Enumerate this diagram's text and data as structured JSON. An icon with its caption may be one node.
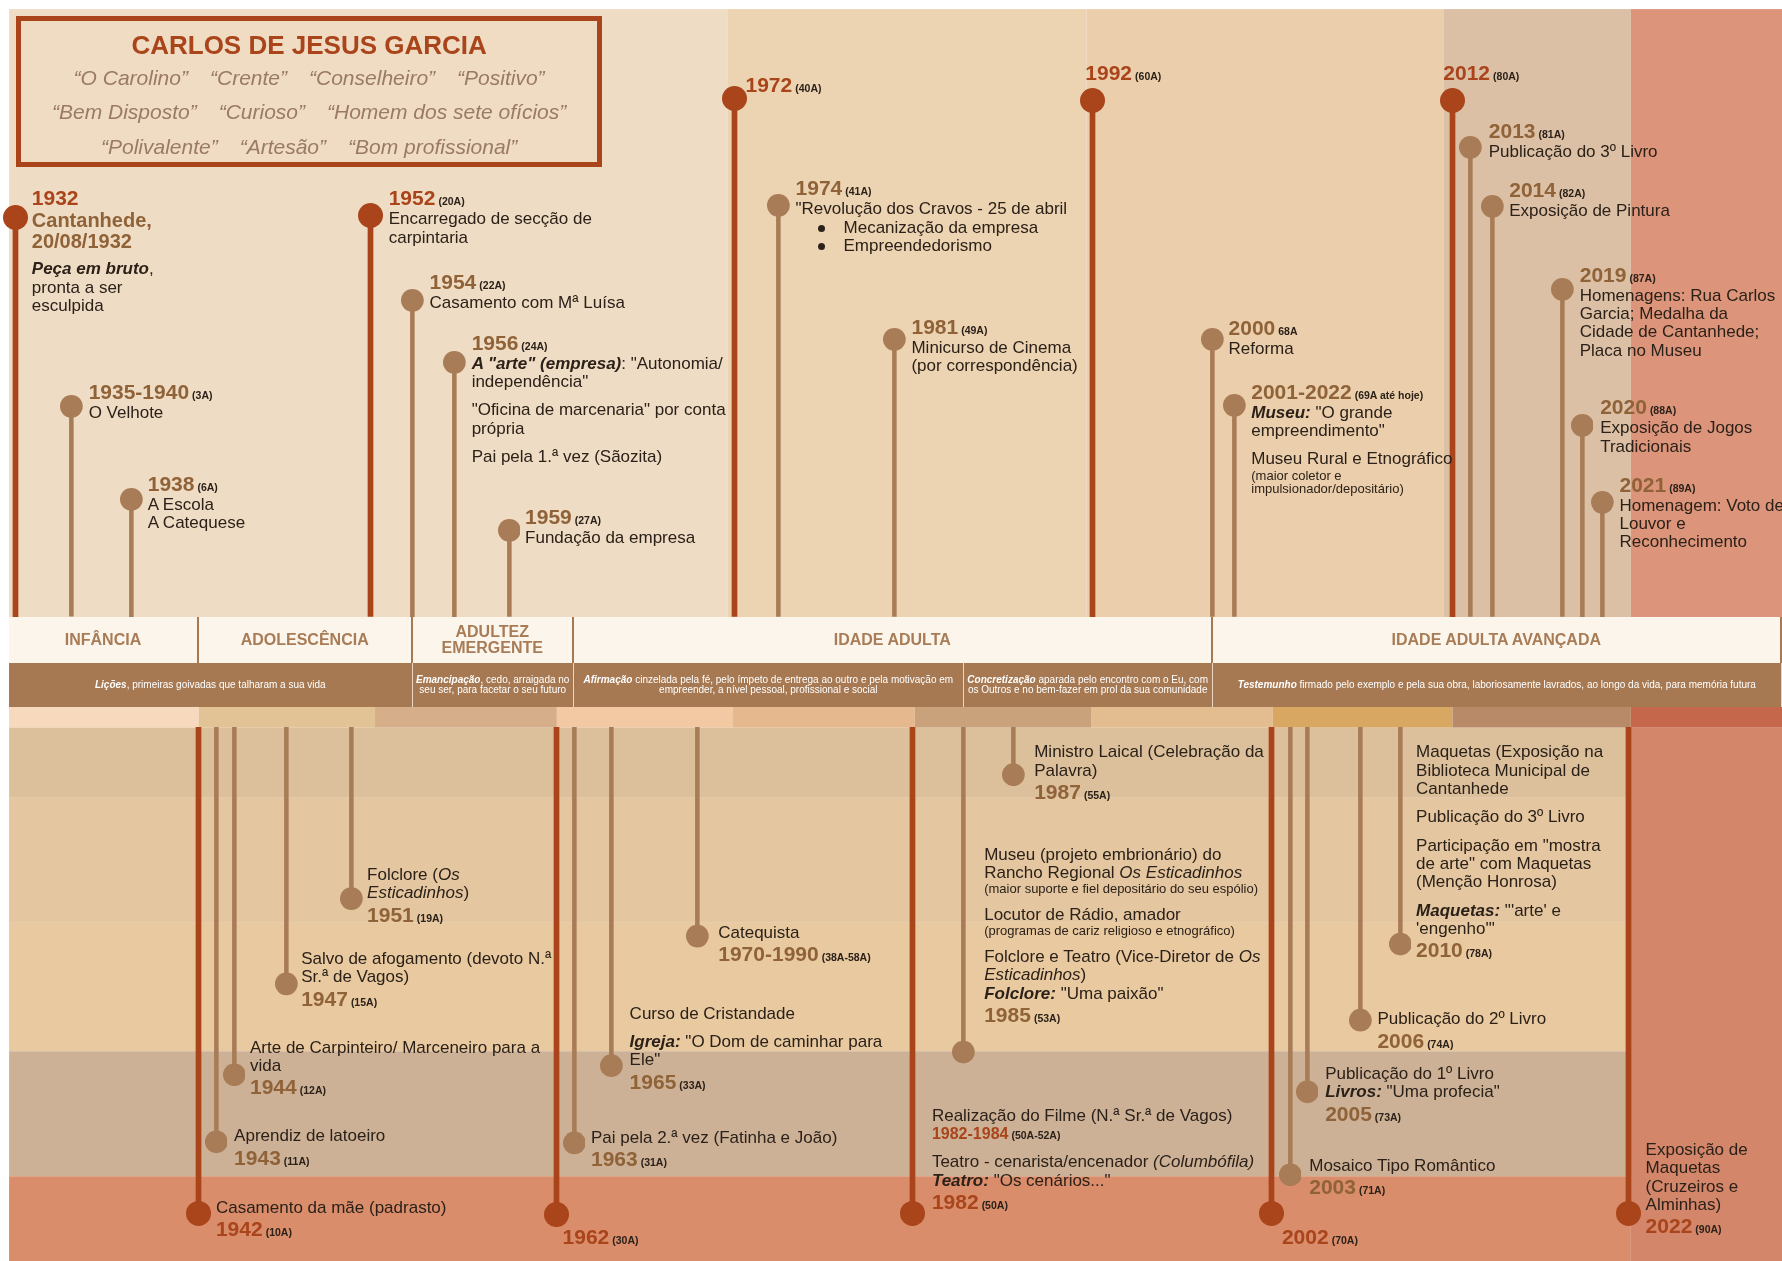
{
  "diagram": {
    "nodes": [
      {
        "text": [
          "CARLOS DE JESUS GARCIA",
          "“O Carolino”",
          "“Crente”",
          "“Conselheiro”",
          "“Positivo”",
          "“Bem Disposto”",
          "“Curioso”",
          "“Homem dos sete ofícios”",
          "“Polivalente”",
          "“Artesão”",
          "“Bom profissional”"
        ]
      },
      {
        "text": [],
        "shape": "circle",
        "beside": [
          "1932",
          "Cantanhede, 20/08/1932",
          "**Peça em bruto**, pronta a ser esculpida"
        ]
      },
      {
        "text": [],
        "shape": "circle",
        "beside": [
          "1935-1940",
          "(3A)",
          "O Velhote"
        ]
      },
      {
        "text": [],
        "shape": "circle",
        "beside": [
          "1938",
          "(6A)",
          "A Escola",
          "A Catequese"
        ]
      },
      {
        "text": [],
        "shape": "circle",
        "beside": [
          "1952",
          "(20A)",
          "Encarregado de secção de carpintaria"
        ]
      },
      {
        "text": [],
        "shape": "circle",
        "beside": [
          "1954",
          "(22A)",
          "Casamento com Mª Luísa"
        ]
      },
      {
        "text": [],
        "shape": "circle",
        "beside": [
          "1956",
          "(24A)",
          "**A \"arte\" (empresa)**: \"Autonomia/ independência\"",
          "\"Oficina de marcenaria\" por conta própria",
          "Pai pela 1.ª vez (Sãozita)"
        ]
      },
      {
        "text": [],
        "shape": "circle",
        "beside": [
          "1959",
          "(27A)",
          "Fundação da empresa"
        ]
      },
      {
        "text": [],
        "shape": "circle",
        "beside": [
          "1972",
          "(40A)"
        ]
      },
      {
        "text": [],
        "shape": "circle",
        "beside": [
          "1974",
          "(41A)",
          "\"Revolução dos Cravos - 25 de abril",
          "Mecanização da empresa",
          "Empreendedorismo"
        ]
      },
      {
        "text": [],
        "shape": "circle",
        "beside": [
          "1981",
          "(49A)",
          "Minicurso de Cinema (por correspondência)"
        ]
      },
      {
        "text": [],
        "shape": "circle",
        "beside": [
          "1992",
          "(60A)"
        ]
      },
      {
        "text": [],
        "shape": "circle",
        "beside": [
          "2000",
          "68A",
          "Reforma"
        ]
      },
      {
        "text": [],
        "shape": "circle",
        "beside": [
          "2001-2022",
          "(69A até hoje)",
          "**Museu:** \"O grande empreendimento\"",
          "Museu Rural e Etnográfico",
          "(maior coletor e impulsionador/depositário)"
        ]
      },
      {
        "text": [],
        "shape": "circle",
        "beside": [
          "2012",
          "(80A)"
        ]
      },
      {
        "text": [],
        "shape": "circle",
        "beside": [
          "2013",
          "(81A)",
          "Publicação do 3º Livro"
        ]
      },
      {
        "text": [],
        "shape": "circle",
        "beside": [
          "2014",
          "(82A)",
          "Exposição de Pintura"
        ]
      },
      {
        "text": [],
        "shape": "circle",
        "beside": [
          "2019",
          "(87A)",
          "Homenagens: Rua Carlos Garcia; Medalha da Cidade de Cantanhede; Placa no Museu"
        ]
      },
      {
        "text": [],
        "shape": "circle",
        "beside": [
          "2020",
          "(88A)",
          "Exposição de Jogos Tradicionais"
        ]
      },
      {
        "text": [],
        "shape": "circle",
        "beside": [
          "2021",
          "(89A)",
          "Homenagem: Voto de Louvor e Reconhecimento"
        ]
      },
      {
        "text": [
          "INFÂNCIA"
        ]
      },
      {
        "text": [
          "ADOLESCÊNCIA"
        ]
      },
      {
        "text": [
          "ADULTEZ EMERGENTE"
        ]
      },
      {
        "text": [
          "IDADE ADULTA"
        ]
      },
      {
        "text": [
          "IDADE ADULTA AVANÇADA"
        ]
      },
      {
        "text": [
          "**Lições**, primeiras goivadas que talharam a sua vida"
        ]
      },
      {
        "text": [
          "**Emancipação**, cedo, arraigada no seu ser, para facetar o seu futuro"
        ]
      },
      {
        "text": [
          "**Afirmação** cinzelada pela fé, pelo ímpeto de entrega ao outro e pela motivação em empreender, a nível pessoal, profissional e social"
        ]
      },
      {
        "text": [
          "**Concretização** aparada pelo encontro com o Eu, com os Outros e no bem-fazer em prol da sua comunidade"
        ]
      },
      {
        "text": [
          "**Testemunho** firmado pelo exemplo e pela sua obra, laboriosamente lavrados, ao longo da vida, para memória futura"
        ]
      },
      {
        "text": [],
        "shape": "circle",
        "beside": [
          "Casamento da mãe (padrasto)",
          "1942",
          "(10A)"
        ]
      },
      {
        "text": [],
        "shape": "circle",
        "beside": [
          "Aprendiz de latoeiro",
          "1943",
          "(11A)"
        ]
      },
      {
        "text": [],
        "shape": "circle",
        "beside": [
          "Arte de Carpinteiro/ Marceneiro para a vida",
          "1944",
          "(12A)"
        ]
      },
      {
        "text": [],
        "shape": "circle",
        "beside": [
          "Salvo de afogamento (devoto N.ª Sr.ª de Vagos)",
          "1947",
          "(15A)"
        ]
      },
      {
        "text": [],
        "shape": "circle",
        "beside": [
          "Folclore (*Os Esticadinhos*)",
          "1951",
          "(19A)"
        ]
      },
      {
        "text": [],
        "shape": "circle",
        "beside": [
          "1962",
          "(30A)"
        ]
      },
      {
        "text": [],
        "shape": "circle",
        "beside": [
          "Pai pela 2.ª vez (Fatinha e João)",
          "1963",
          "(31A)"
        ]
      },
      {
        "text": [],
        "shape": "circle",
        "beside": [
          "Curso de Cristandade",
          "**Igreja:** \"O Dom de caminhar para Ele\"",
          "1965",
          "(33A)"
        ]
      },
      {
        "text": [],
        "shape": "circle",
        "beside": [
          "Catequista",
          "1970-1990",
          "(38A-58A)"
        ]
      },
      {
        "text": [],
        "shape": "circle",
        "beside": [
          "Realização do Filme (N.ª Sr.ª de Vagos)",
          "1982-1984",
          "(50A-52A)",
          "Teatro - cenarista/encenador *(Columbófila)*",
          "**Teatro:** \"Os cenários...\"",
          "1982",
          "(50A)"
        ]
      },
      {
        "text": [],
        "shape": "circle",
        "beside": [
          "Museu (projeto embrionário) do Rancho Regional *Os Esticadinhos*",
          "(maior suporte e fiel depositário do seu espólio)",
          "Locutor de Rádio, amador",
          "(programas de cariz religioso e etnográfico)",
          "Folclore e Teatro (Vice-Diretor de *Os Esticadinhos*)",
          "**Folclore:** \"Uma paixão\"",
          "1985",
          "(53A)"
        ]
      },
      {
        "text": [],
        "shape": "circle",
        "beside": [
          "Ministro Laical (Celebração da Palavra)",
          "1987",
          "(55A)"
        ]
      },
      {
        "text": [],
        "shape": "circle",
        "beside": [
          "2002",
          "(70A)"
        ]
      },
      {
        "text": [],
        "shape": "circle",
        "beside": [
          "Mosaico Tipo Romântico",
          "2003",
          "(71A)"
        ]
      },
      {
        "text": [],
        "shape": "circle",
        "beside": [
          "Publicação do 1º Livro",
          "**Livros:** \"Uma profecia\"",
          "2005",
          "(73A)"
        ]
      },
      {
        "text": [],
        "shape": "circle",
        "beside": [
          "Publicação do 2º Livro",
          "2006",
          "(74A)"
        ]
      },
      {
        "text": [],
        "shape": "circle",
        "beside": [
          "Maquetas (Exposição na Biblioteca Municipal de Cantanhede",
          "Publicação do 3º Livro",
          "Participação em \"mostra de arte\" com Maquetas (Menção Honrosa)",
          "**Maquetas:** \"'arte' e 'engenho'\"",
          "2010",
          "(78A)"
        ]
      },
      {
        "text": [],
        "shape": "circle",
        "beside": [
          "Exposição de Maquetas (Cruzeiros e Alminhas)",
          "2022",
          "(90A)"
        ]
      }
    ]
  }
}
